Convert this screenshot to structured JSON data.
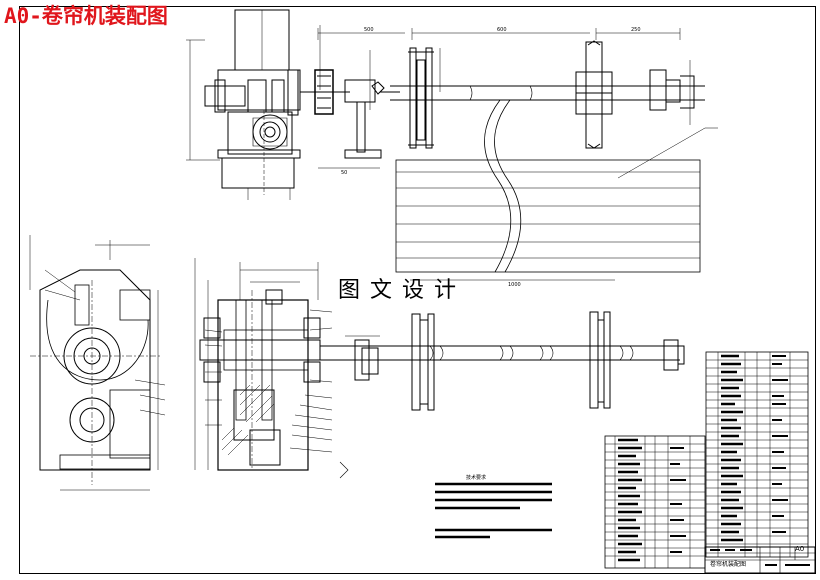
{
  "header": {
    "title": "A0-卷帘机装配图",
    "watermark": "图文设计",
    "title_color": "#e0161c"
  },
  "dimensions": {
    "d500": "500",
    "d600": "600",
    "d250": "250",
    "d50": "50",
    "d1000": "1000"
  },
  "tech_requirements": {
    "heading": "技术要求"
  },
  "title_block": {
    "drawing_name": "卷帘机装配图",
    "scale": "A0"
  }
}
